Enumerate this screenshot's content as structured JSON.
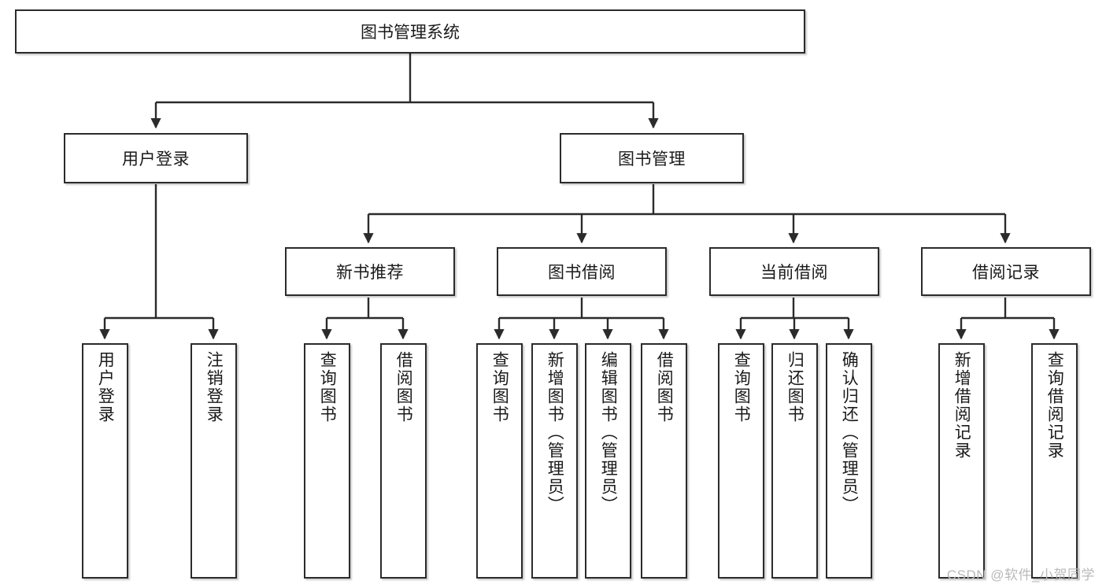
{
  "diagram": {
    "title": "图书管理系统",
    "type": "tree-hierarchy",
    "watermark": "CSDN @软件_小贺同学",
    "colors": {
      "box_border": "#2b2b2b",
      "box_fill": "#ffffff",
      "edge": "#2b2b2b",
      "text": "#1a1a1a",
      "watermark": "#b9b9b9",
      "background": "#ffffff"
    },
    "nodes": {
      "root": {
        "label": "图书管理系统"
      },
      "level2": [
        {
          "id": "user-login",
          "label": "用户登录"
        },
        {
          "id": "book-management",
          "label": "图书管理"
        }
      ],
      "level3": [
        {
          "id": "new-book-recommend",
          "label": "新书推荐"
        },
        {
          "id": "book-borrow",
          "label": "图书借阅"
        },
        {
          "id": "current-borrow",
          "label": "当前借阅"
        },
        {
          "id": "borrow-record",
          "label": "借阅记录"
        }
      ],
      "leaves": {
        "user_login": [
          {
            "id": "leaf-user-login",
            "label": "用户登录"
          },
          {
            "id": "leaf-logout-login",
            "label": "注销登录"
          }
        ],
        "new_book_recommend": [
          {
            "id": "leaf-query-book-1",
            "label": "查询图书"
          },
          {
            "id": "leaf-borrow-book-1",
            "label": "借阅图书"
          }
        ],
        "book_borrow": [
          {
            "id": "leaf-query-book-2",
            "label": "查询图书"
          },
          {
            "id": "leaf-add-book",
            "label": "新增图书（管理员）"
          },
          {
            "id": "leaf-edit-book",
            "label": "编辑图书（管理员）"
          },
          {
            "id": "leaf-borrow-book-2",
            "label": "借阅图书"
          }
        ],
        "current_borrow": [
          {
            "id": "leaf-query-book-3",
            "label": "查询图书"
          },
          {
            "id": "leaf-return-book",
            "label": "归还图书"
          },
          {
            "id": "leaf-confirm-return",
            "label": "确认归还（管理员）"
          }
        ],
        "borrow_record": [
          {
            "id": "leaf-add-record",
            "label": "新增借阅记录"
          },
          {
            "id": "leaf-query-record",
            "label": "查询借阅记录"
          }
        ]
      }
    }
  }
}
